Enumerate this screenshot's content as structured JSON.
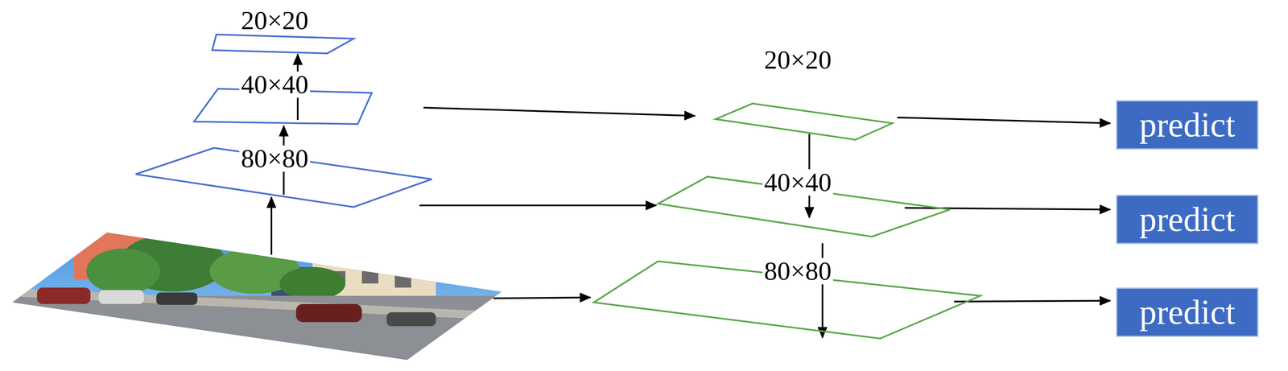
{
  "diagram": {
    "nodes": [
      {
        "text": [
          "20×20"
        ]
      },
      {
        "text": [
          "40×40"
        ]
      },
      {
        "text": [
          "80×80"
        ]
      },
      {
        "text": [
          "20×20"
        ]
      },
      {
        "text": [
          "40×40"
        ]
      },
      {
        "text": [
          "80×80"
        ]
      },
      {
        "text": [
          "predict"
        ]
      },
      {
        "text": [
          "predict"
        ]
      },
      {
        "text": [
          "predict"
        ]
      }
    ],
    "edges": [
      {
        "from": 2,
        "to": 1,
        "arrow": "to"
      },
      {
        "from": 1,
        "to": 0,
        "arrow": "to"
      },
      {
        "from": 1,
        "to": 3,
        "arrow": "to"
      },
      {
        "from": 2,
        "to": 4,
        "arrow": "to"
      },
      {
        "from": 3,
        "to": 4,
        "arrow": "to"
      },
      {
        "from": 4,
        "to": 5,
        "arrow": "to"
      },
      {
        "from": 3,
        "to": 6,
        "arrow": "to"
      },
      {
        "from": 4,
        "to": 7,
        "arrow": "to"
      },
      {
        "from": 5,
        "to": 8,
        "arrow": "to"
      }
    ]
  }
}
